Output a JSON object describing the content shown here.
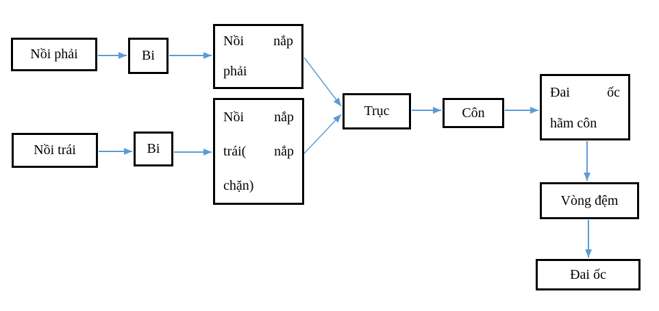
{
  "diagram": {
    "type": "flowchart",
    "colors": {
      "arrow": "#5B9BD5",
      "box_border": "#000000",
      "text": "#000000",
      "background": "#FFFFFF"
    },
    "nodes": {
      "noi_phai": {
        "label": "Nồi phải"
      },
      "bi_top": {
        "label": "Bi"
      },
      "noi_nap_phai": {
        "label": "Nồi nắp phải",
        "lines": [
          "Nồi nắp",
          "phải"
        ]
      },
      "noi_trai": {
        "label": "Nồi trái"
      },
      "bi_bottom": {
        "label": "Bi"
      },
      "noi_nap_trai": {
        "label": "Nồi nắp trái( nắp chặn)",
        "lines": [
          "Nồi nắp",
          "trái( nắp",
          "chặn)"
        ]
      },
      "truc": {
        "label": "Trục"
      },
      "con": {
        "label": "Côn"
      },
      "dai_oc_ham_con": {
        "label": "Đai ốc hãm côn",
        "lines": [
          "Đai ốc",
          "hãm côn"
        ]
      },
      "vong_dem": {
        "label": "Vòng đệm"
      },
      "dai_oc": {
        "label": "Đai ốc"
      }
    },
    "edges": [
      {
        "from": "noi_phai",
        "to": "bi_top"
      },
      {
        "from": "bi_top",
        "to": "noi_nap_phai"
      },
      {
        "from": "noi_trai",
        "to": "bi_bottom"
      },
      {
        "from": "bi_bottom",
        "to": "noi_nap_trai"
      },
      {
        "from": "noi_nap_phai",
        "to": "truc"
      },
      {
        "from": "noi_nap_trai",
        "to": "truc"
      },
      {
        "from": "truc",
        "to": "con"
      },
      {
        "from": "con",
        "to": "dai_oc_ham_con"
      },
      {
        "from": "dai_oc_ham_con",
        "to": "vong_dem"
      },
      {
        "from": "vong_dem",
        "to": "dai_oc"
      }
    ]
  }
}
